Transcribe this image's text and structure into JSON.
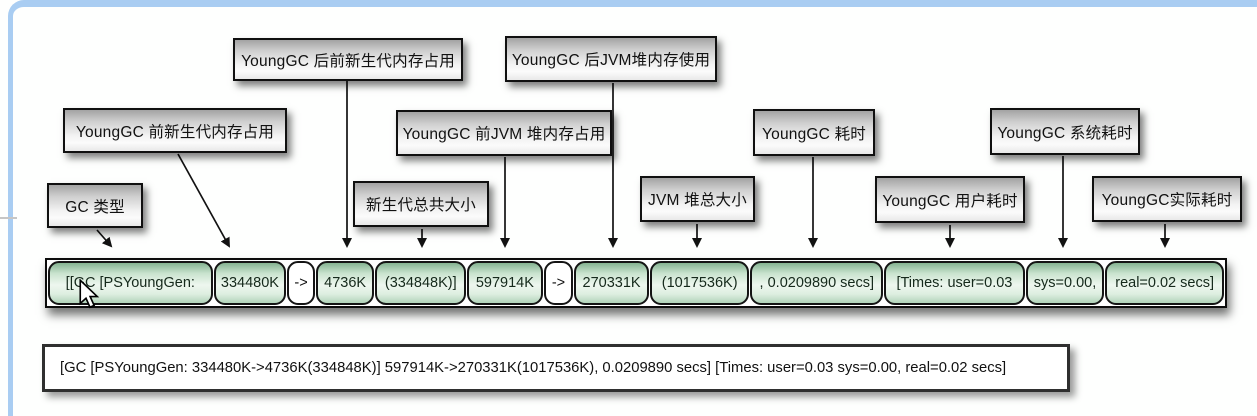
{
  "colors": {
    "frame_blue": "#a9cdf2",
    "segment_green_top": "#85b391",
    "segment_green_light": "#eef7ef",
    "box_border": "#101010"
  },
  "labels": [
    {
      "id": "gc-type",
      "text": "GC 类型",
      "points_to": "[[GC [PSYoungGen:"
    },
    {
      "id": "young-before",
      "text": "YoungGC 前新生代内存占用",
      "points_to": "334480K"
    },
    {
      "id": "young-after",
      "text": "YoungGC 后前新生代内存占用",
      "points_to": "4736K"
    },
    {
      "id": "young-total",
      "text": "新生代总共大小",
      "points_to": "(334848K)]"
    },
    {
      "id": "heap-before",
      "text": "YoungGC 前JVM 堆内存占用",
      "points_to": "597914K"
    },
    {
      "id": "heap-after",
      "text": "YoungGC 后JVM堆内存使用",
      "points_to": "270331K"
    },
    {
      "id": "heap-total",
      "text": "JVM 堆总大小",
      "points_to": "(1017536K)"
    },
    {
      "id": "gc-duration",
      "text": "YoungGC 耗时",
      "points_to": ", 0.0209890 secs]"
    },
    {
      "id": "user-time",
      "text": "YoungGC 用户耗时",
      "points_to": "[Times: user=0.03"
    },
    {
      "id": "sys-time",
      "text": "YoungGC 系统耗时",
      "points_to": "sys=0.00,"
    },
    {
      "id": "real-time",
      "text": "YoungGC实际耗时",
      "points_to": "real=0.02 secs]"
    }
  ],
  "segments": [
    {
      "text": "[[GC [PSYoungGen:"
    },
    {
      "text": "334480K"
    },
    {
      "text": "->"
    },
    {
      "text": "4736K"
    },
    {
      "text": "(334848K)]"
    },
    {
      "text": "597914K"
    },
    {
      "text": "->"
    },
    {
      "text": "270331K"
    },
    {
      "text": "(1017536K)"
    },
    {
      "text": ", 0.0209890 secs]"
    },
    {
      "text": "[Times: user=0.03"
    },
    {
      "text": "sys=0.00,"
    },
    {
      "text": "real=0.02 secs]"
    }
  ],
  "log_line": {
    "text": "[GC [PSYoungGen: 334480K->4736K(334848K)] 597914K->270331K(1017536K), 0.0209890 secs] [Times: user=0.03 sys=0.00, real=0.02 secs]"
  }
}
